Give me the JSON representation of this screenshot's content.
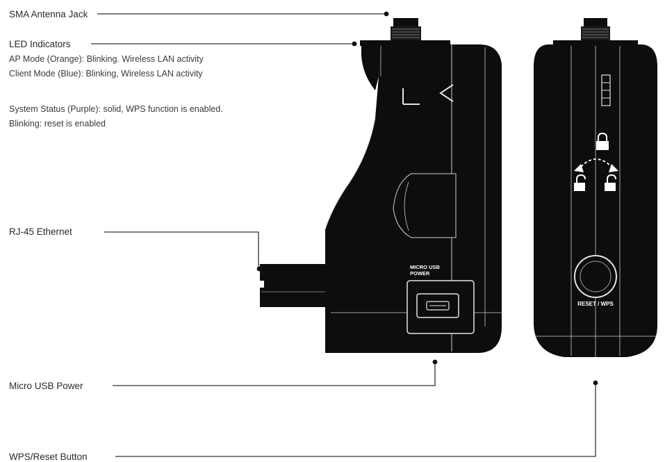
{
  "labels": {
    "antenna": "SMA Antenna Jack",
    "led": "LED Indicators",
    "led_ap": "AP Mode (Orange): Blinking. Wireless LAN activity",
    "led_client": "Client Mode (Blue): Blinking, Wireless LAN activity",
    "led_status_1": "System Status (Purple): solid, WPS function is enabled.",
    "led_status_2": "Blinking: reset is enabled",
    "ethernet": "RJ-45 Ethernet",
    "usb": "Micro USB Power",
    "wps": "WPS/Reset Button"
  },
  "device_text": {
    "usb_port_line1": "MICRO USB",
    "usb_port_line2": "POWER",
    "button_label": "RESET / WPS"
  },
  "icons": [
    "lock-icon",
    "unlock-icon",
    "rotate-arrow-icon",
    "led-indicator-icon"
  ],
  "colors": {
    "device": "#0d0d0d",
    "device_line": "#d8d8d8",
    "leader_line": "#333333",
    "text": "#2a2a2a"
  }
}
